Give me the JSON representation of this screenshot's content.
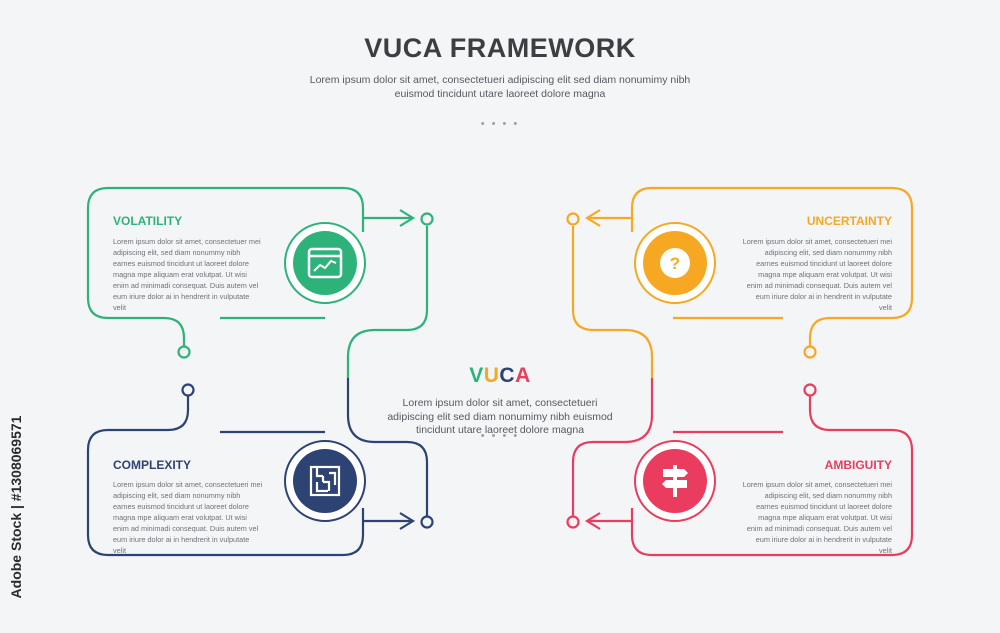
{
  "header": {
    "title": "VUCA FRAMEWORK",
    "subtitle": "Lorem ipsum dolor sit amet, consectetueri adipiscing elit sed diam nonumimy nibh euismod tincidunt utare laoreet dolore magna",
    "dots": "• • • •"
  },
  "center": {
    "letters": [
      "V",
      "U",
      "C",
      "A"
    ],
    "description": "Lorem ipsum dolor sit amet, consectetueri adipiscing elit sed diam nonumimy nibh euismod tincidunt utare laoreet dolore magna",
    "dots": "• • • •"
  },
  "cards": [
    {
      "title": "VOLATILITY",
      "color": "#2db37a",
      "icon": "chart-window-icon",
      "body": "Lorem ipsum dolor sit amet, consectetuer mei adipiscing elit, sed diam nonummy nibh earnes euismod tincidunt ut laoreet dolore magna mpe aliquam erat volutpat. Ut wisi enim ad minimadi consequat. Duis autem vel eum iriure dolor ai in hendrerit in vulputate velit"
    },
    {
      "title": "UNCERTAINTY",
      "color": "#f7a823",
      "icon": "question-icon",
      "body": "Lorem ipsum dolor sit amet, consectetueri mei adipiscing elit, sed diam nonummy nibh earnes euismod tincidunt ut laoreet dolore magna mpe aliquam erat volutpat. Ut wisi enim ad minimadi consequat. Duis autem vel eum iriure dolor ai in hendrerit in vulputate velit"
    },
    {
      "title": "COMPLEXITY",
      "color": "#2d4373",
      "icon": "maze-icon",
      "body": "Lorem ipsum dolor sit amet, consectetueri mei adipiscing elit, sed diam nonummy nibh earnes euismod tincidunt ut laoreet dolore magna mpe aliquam erat volutpat. Ut wisi enim ad minimadi consequat. Duis autem vel eum iriure dolor ai in hendrerit in vulputate velit"
    },
    {
      "title": "AMBIGUITY",
      "color": "#ea3c5e",
      "icon": "signpost-icon",
      "body": "Lorem ipsum dolor sit amet, consectetueri mei adipiscing elit, sed diam nonummy nibh earnes euismod tincidunt ut laoreet dolore magna mpe aliquam erat volutpat. Ut wisi enim ad minimadi consequat. Duis autem vel eum iriure dolor ai in hendrerit in vulputate velit"
    }
  ],
  "watermark": "Adobe Stock | #1308069571"
}
